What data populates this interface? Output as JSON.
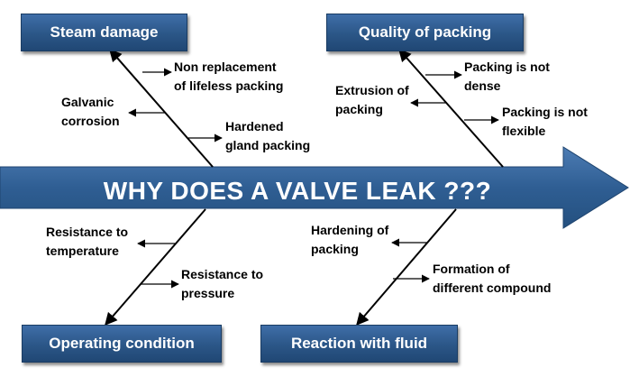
{
  "title": "WHY DOES A VALVE LEAK ???",
  "colors": {
    "box_fill": "#2b5687",
    "spine_fill": "#2f5e93",
    "text_on_blue": "#ffffff",
    "line": "#000000"
  },
  "categories": {
    "steam_damage": {
      "label": "Steam damage",
      "causes": {
        "non_replacement": [
          "Non replacement",
          "of lifeless packing"
        ],
        "galvanic": [
          "Galvanic",
          "corrosion"
        ],
        "hardened": [
          "Hardened",
          "gland packing"
        ]
      }
    },
    "quality_of_packing": {
      "label": "Quality of packing",
      "causes": {
        "not_dense": [
          "Packing is not",
          "dense"
        ],
        "extrusion": [
          "Extrusion of",
          "packing"
        ],
        "not_flexible": [
          "Packing is not",
          "flexible"
        ]
      }
    },
    "operating_condition": {
      "label": "Operating condition",
      "causes": {
        "temperature": [
          "Resistance to",
          "temperature"
        ],
        "pressure": [
          "Resistance to",
          "pressure"
        ]
      }
    },
    "reaction_with_fluid": {
      "label": "Reaction with fluid",
      "causes": {
        "hardening": [
          "Hardening of",
          "packing"
        ],
        "compound": [
          "Formation of",
          "different compound"
        ]
      }
    }
  }
}
